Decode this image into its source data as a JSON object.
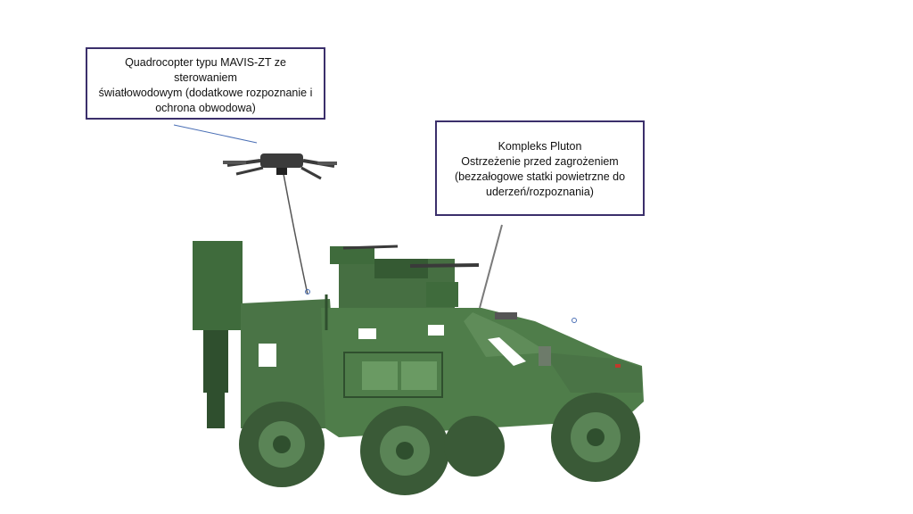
{
  "callouts": {
    "drone": {
      "lines": [
        "Quadrocopter typu MAVIS-ZT ze sterowaniem",
        "światłowodowym (dodatkowe rozpoznanie i",
        "ochrona obwodowa)"
      ]
    },
    "pluton": {
      "lines": [
        "Kompleks Pluton",
        "Ostrzeżenie przed zagrożeniem",
        "(bezzałogowe statki powietrzne do",
        "uderzeń/rozpoznania)"
      ]
    }
  },
  "colors": {
    "callout_border": "#3b2f6b",
    "leader_line_drone": "#4a6fb5",
    "leader_line_pluton": "#7a7a7a",
    "vehicle_body": "#4f7d4a",
    "vehicle_dark": "#2f4f2e",
    "tire": "#3a5a37"
  },
  "icons": [
    "quadcopter-icon",
    "armored-vehicle-icon"
  ]
}
